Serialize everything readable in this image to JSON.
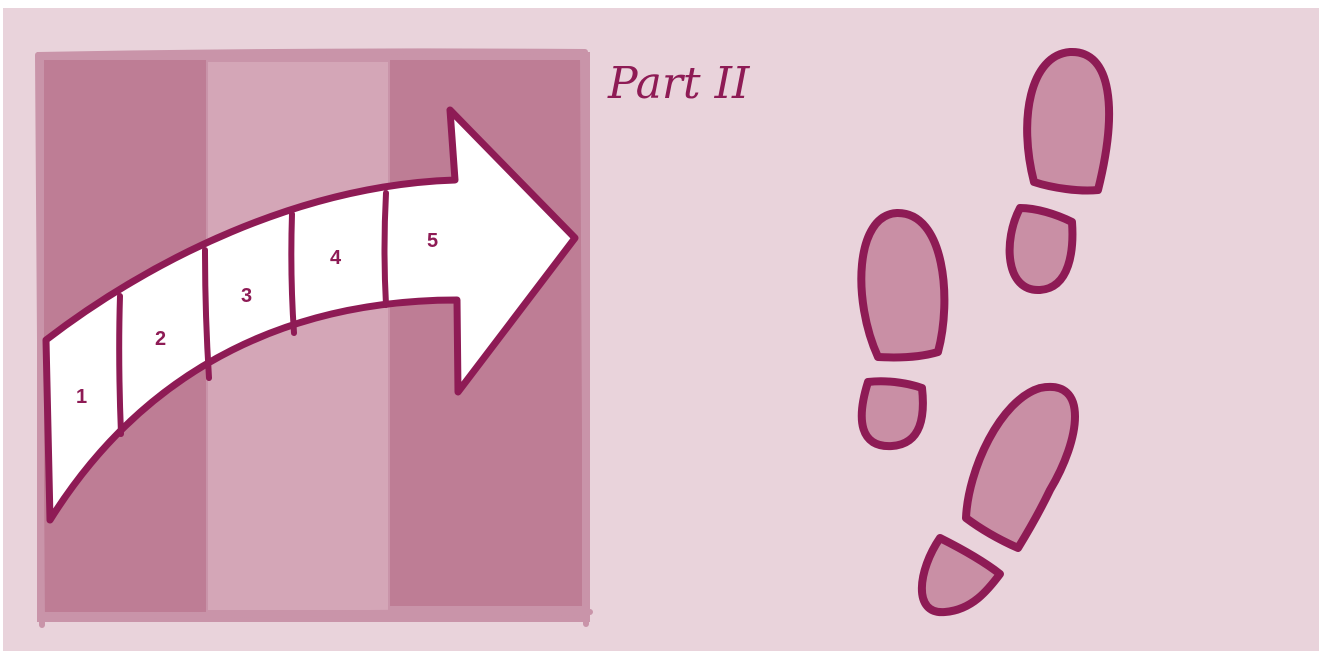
{
  "title": "Part II",
  "steps": [
    "1",
    "2",
    "3",
    "4",
    "5"
  ],
  "colors": {
    "background": "#e9d3db",
    "column_dark": "#be7d95",
    "column_light": "#d4a6b7",
    "frame": "#c994a9",
    "outline": "#8e1b55",
    "arrow_fill": "#ffffff",
    "footprint_fill": "#c98fa5"
  },
  "icons": [
    "arrow-icon",
    "footprints-icon"
  ]
}
